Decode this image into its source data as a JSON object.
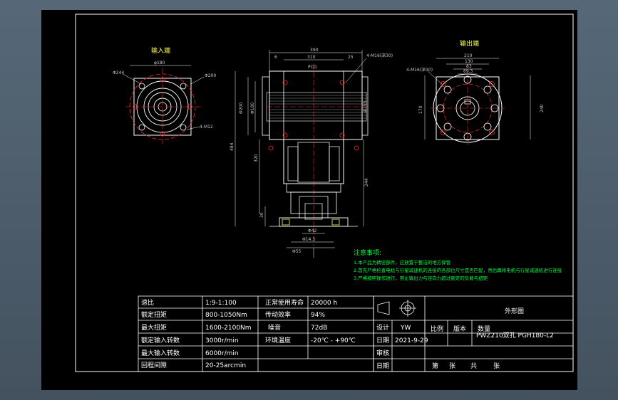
{
  "views": {
    "input_view_title": "输入端",
    "output_view_title": "输出端"
  },
  "dimensions": {
    "input": {
      "d_top": "φ180",
      "d_left": "Φ244",
      "d_right": "Φ200",
      "holes": "4-M12"
    },
    "front": {
      "w_total": "390",
      "w_mid": "310",
      "w_left": "6",
      "w_right": "25",
      "top_holes": "4-M16(深30)",
      "inner_label": "PCD",
      "h_left1": "Φ200",
      "h_left2": "Φ180",
      "h_total": "484",
      "h_main": "320",
      "h_shaft": "244",
      "d_shaft": "Φ55",
      "bottom1": "30",
      "bottom2": "Φ42",
      "key": "Φ14.3",
      "right_dim": "Φ155"
    },
    "output": {
      "w1": "210",
      "w2": "130",
      "w3": "83",
      "w4": "69.3",
      "holes": "4-M16(深30)",
      "h_left": "170",
      "h_right": "240"
    }
  },
  "notes": {
    "title": "注意事项:",
    "items": [
      "1.本产品为精密部件，应放置于整洁的地方保管",
      "2.首先严格检查电机与行星减速机的连接的各部位尺寸是否匹配，然后再将电机与行星减速机进行连接",
      "3.严格按照操作进行，禁止输出力与径向力超过额定的负载与扭矩"
    ]
  },
  "specs": [
    {
      "label": "速比",
      "value": "1:9-1:100",
      "label2": "正常使用寿命",
      "value2": "20000 h"
    },
    {
      "label": "额定扭矩",
      "value": "800-1050Nm",
      "label2": "传动效率",
      "value2": "94%"
    },
    {
      "label": "最大扭矩",
      "value": "1600-2100Nm",
      "label2": "噪音",
      "value2": "72dB"
    },
    {
      "label": "额定输入转数",
      "value": "3000r/min",
      "label2": "环境温度",
      "value2": "-20℃ - +90℃"
    },
    {
      "label": "最大输入转数",
      "value": "6000r/min",
      "label2": "",
      "value2": ""
    },
    {
      "label": "回程间隙",
      "value": "20-25arcmin",
      "label2": "",
      "value2": ""
    }
  ],
  "title_block": {
    "drawing_title": "外形图",
    "design_label": "设计",
    "designer": "YW",
    "scale_label": "比例",
    "version_label": "版本",
    "qty_label": "数量",
    "date_label": "日期",
    "date": "2021-9-29",
    "model": "PWZ210双孔 PGH180-L2",
    "review_label": "审核",
    "date_label2": "日期",
    "sheets": "张",
    "sheet_total": "共",
    "sheet_of": "第",
    "sheets_tail": "张"
  }
}
